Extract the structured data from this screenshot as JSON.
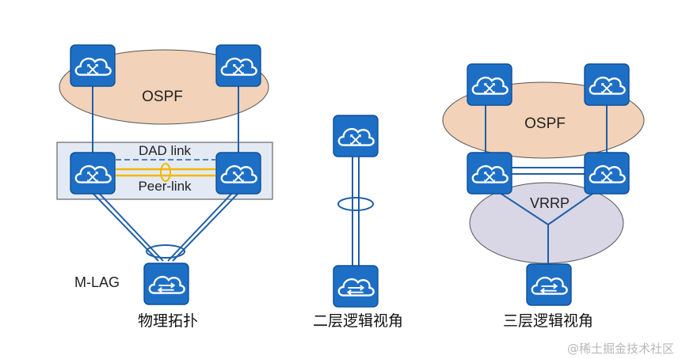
{
  "panels": {
    "physical": {
      "ospf_label": "OSPF",
      "dad_label": "DAD link",
      "peer_label": "Peer-link",
      "mlag_label": "M-LAG",
      "caption": "物理拓扑"
    },
    "layer2": {
      "caption": "二层逻辑视角"
    },
    "layer3": {
      "ospf_label": "OSPF",
      "vrrp_label": "VRRP",
      "caption": "三层逻辑视角"
    }
  },
  "watermark": "@稀土掘金技术社区",
  "icons": {
    "router": "router-icon",
    "switch": "switch-icon"
  },
  "colors": {
    "device_fill": "#1d6fc6",
    "link_blue": "#1f5fa8",
    "peer_link": "#f2b705",
    "ospf_fill": "#f2d2b8",
    "vrrp_fill": "#d9d6e6",
    "dad_box_fill": "#e3eaf3"
  }
}
